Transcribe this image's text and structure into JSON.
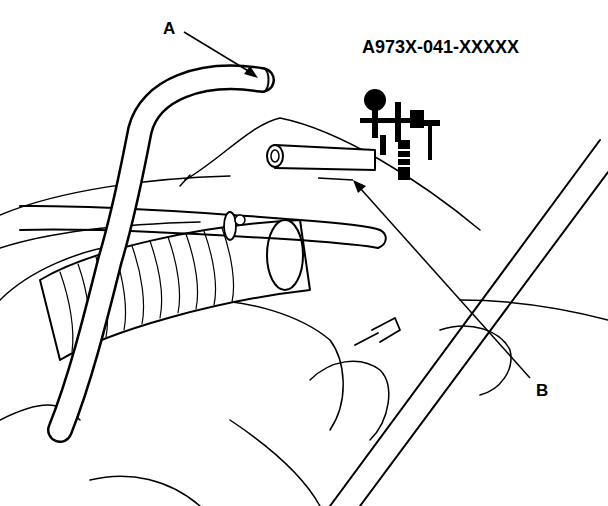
{
  "diagram": {
    "labels": [
      "A",
      "B",
      "A973X-041-XXXXX"
    ]
  }
}
